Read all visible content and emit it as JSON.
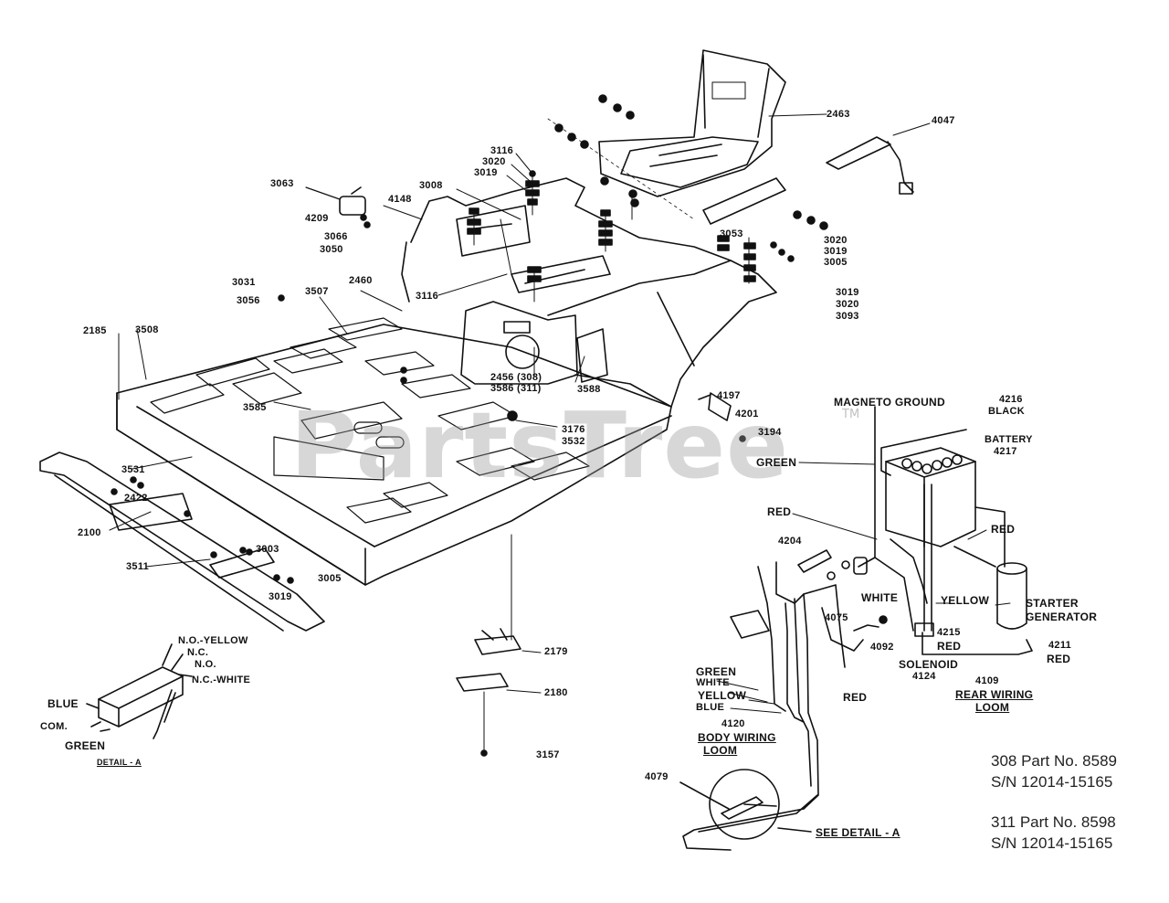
{
  "watermark": {
    "text": "PartsTree",
    "mark": "TM"
  },
  "parts": {
    "p4047": "4047",
    "p2463": "2463",
    "p3116a": "3116",
    "p3020a": "3020",
    "p3019a": "3019",
    "p3063": "3063",
    "p3008": "3008",
    "p4148": "4148",
    "p4209": "4209",
    "p3066": "3066",
    "p3050": "3050",
    "p3053": "3053",
    "p3020b": "3020",
    "p3019b": "3019",
    "p3005a": "3005",
    "p3019c": "3019",
    "p3020c": "3020",
    "p3093": "3093",
    "p3031": "3031",
    "p3056": "3056",
    "p3507": "3507",
    "p2460": "2460",
    "p3116b": "3116",
    "p2185": "2185",
    "p3508": "3508",
    "p2456": "2456 (308)",
    "p3586": "3586 (311)",
    "p3588": "3588",
    "p3585": "3585",
    "p3176": "3176",
    "p3532": "3532",
    "p4197": "4197",
    "p4201": "4201",
    "p3194": "3194",
    "p3531": "3531",
    "p2422": "2422",
    "p2100": "2100",
    "p3511": "3511",
    "p3003": "3003",
    "p3019d": "3019",
    "p3005b": "3005",
    "p2179": "2179",
    "p2180": "2180",
    "p3157": "3157",
    "p4216": "4216",
    "p4217": "4217",
    "p4204": "4204",
    "p4075": "4075",
    "p4092": "4092",
    "p4215": "4215",
    "p4124": "4124",
    "p4211": "4211",
    "p4109": "4109",
    "p4120": "4120",
    "p4079": "4079"
  },
  "wiring": {
    "magneto_ground": "MAGNETO GROUND",
    "black": "BLACK",
    "battery": "BATTERY",
    "green_top": "GREEN",
    "red_left": "RED",
    "red_right": "RED",
    "white": "WHITE",
    "yellow": "YELLOW",
    "starter": "STARTER",
    "generator": "GENERATOR",
    "red_4215": "RED",
    "solenoid": "SOLENOID",
    "red_4211": "RED",
    "green_loom": "GREEN",
    "white_loom": "WHITE",
    "yellow_loom": "YELLOW",
    "blue_loom": "BLUE",
    "red_loom": "RED",
    "body_wiring": "BODY WIRING",
    "loom_body": "LOOM",
    "rear_wiring": "REAR WIRING",
    "loom_rear": "LOOM",
    "see_detail": "SEE DETAIL - A"
  },
  "detail": {
    "no_yellow": "N.O.-YELLOW",
    "nc": "N.C.",
    "no": "N.O.",
    "nc_white": "N.C.-WHITE",
    "blue": "BLUE",
    "com": "COM.",
    "green": "GREEN",
    "title": "DETAIL - A"
  },
  "models": {
    "m308_part": "308 Part No. 8589",
    "m308_sn": "S/N 12014-15165",
    "m311_part": "311 Part No. 8598",
    "m311_sn": "S/N 12014-15165"
  }
}
